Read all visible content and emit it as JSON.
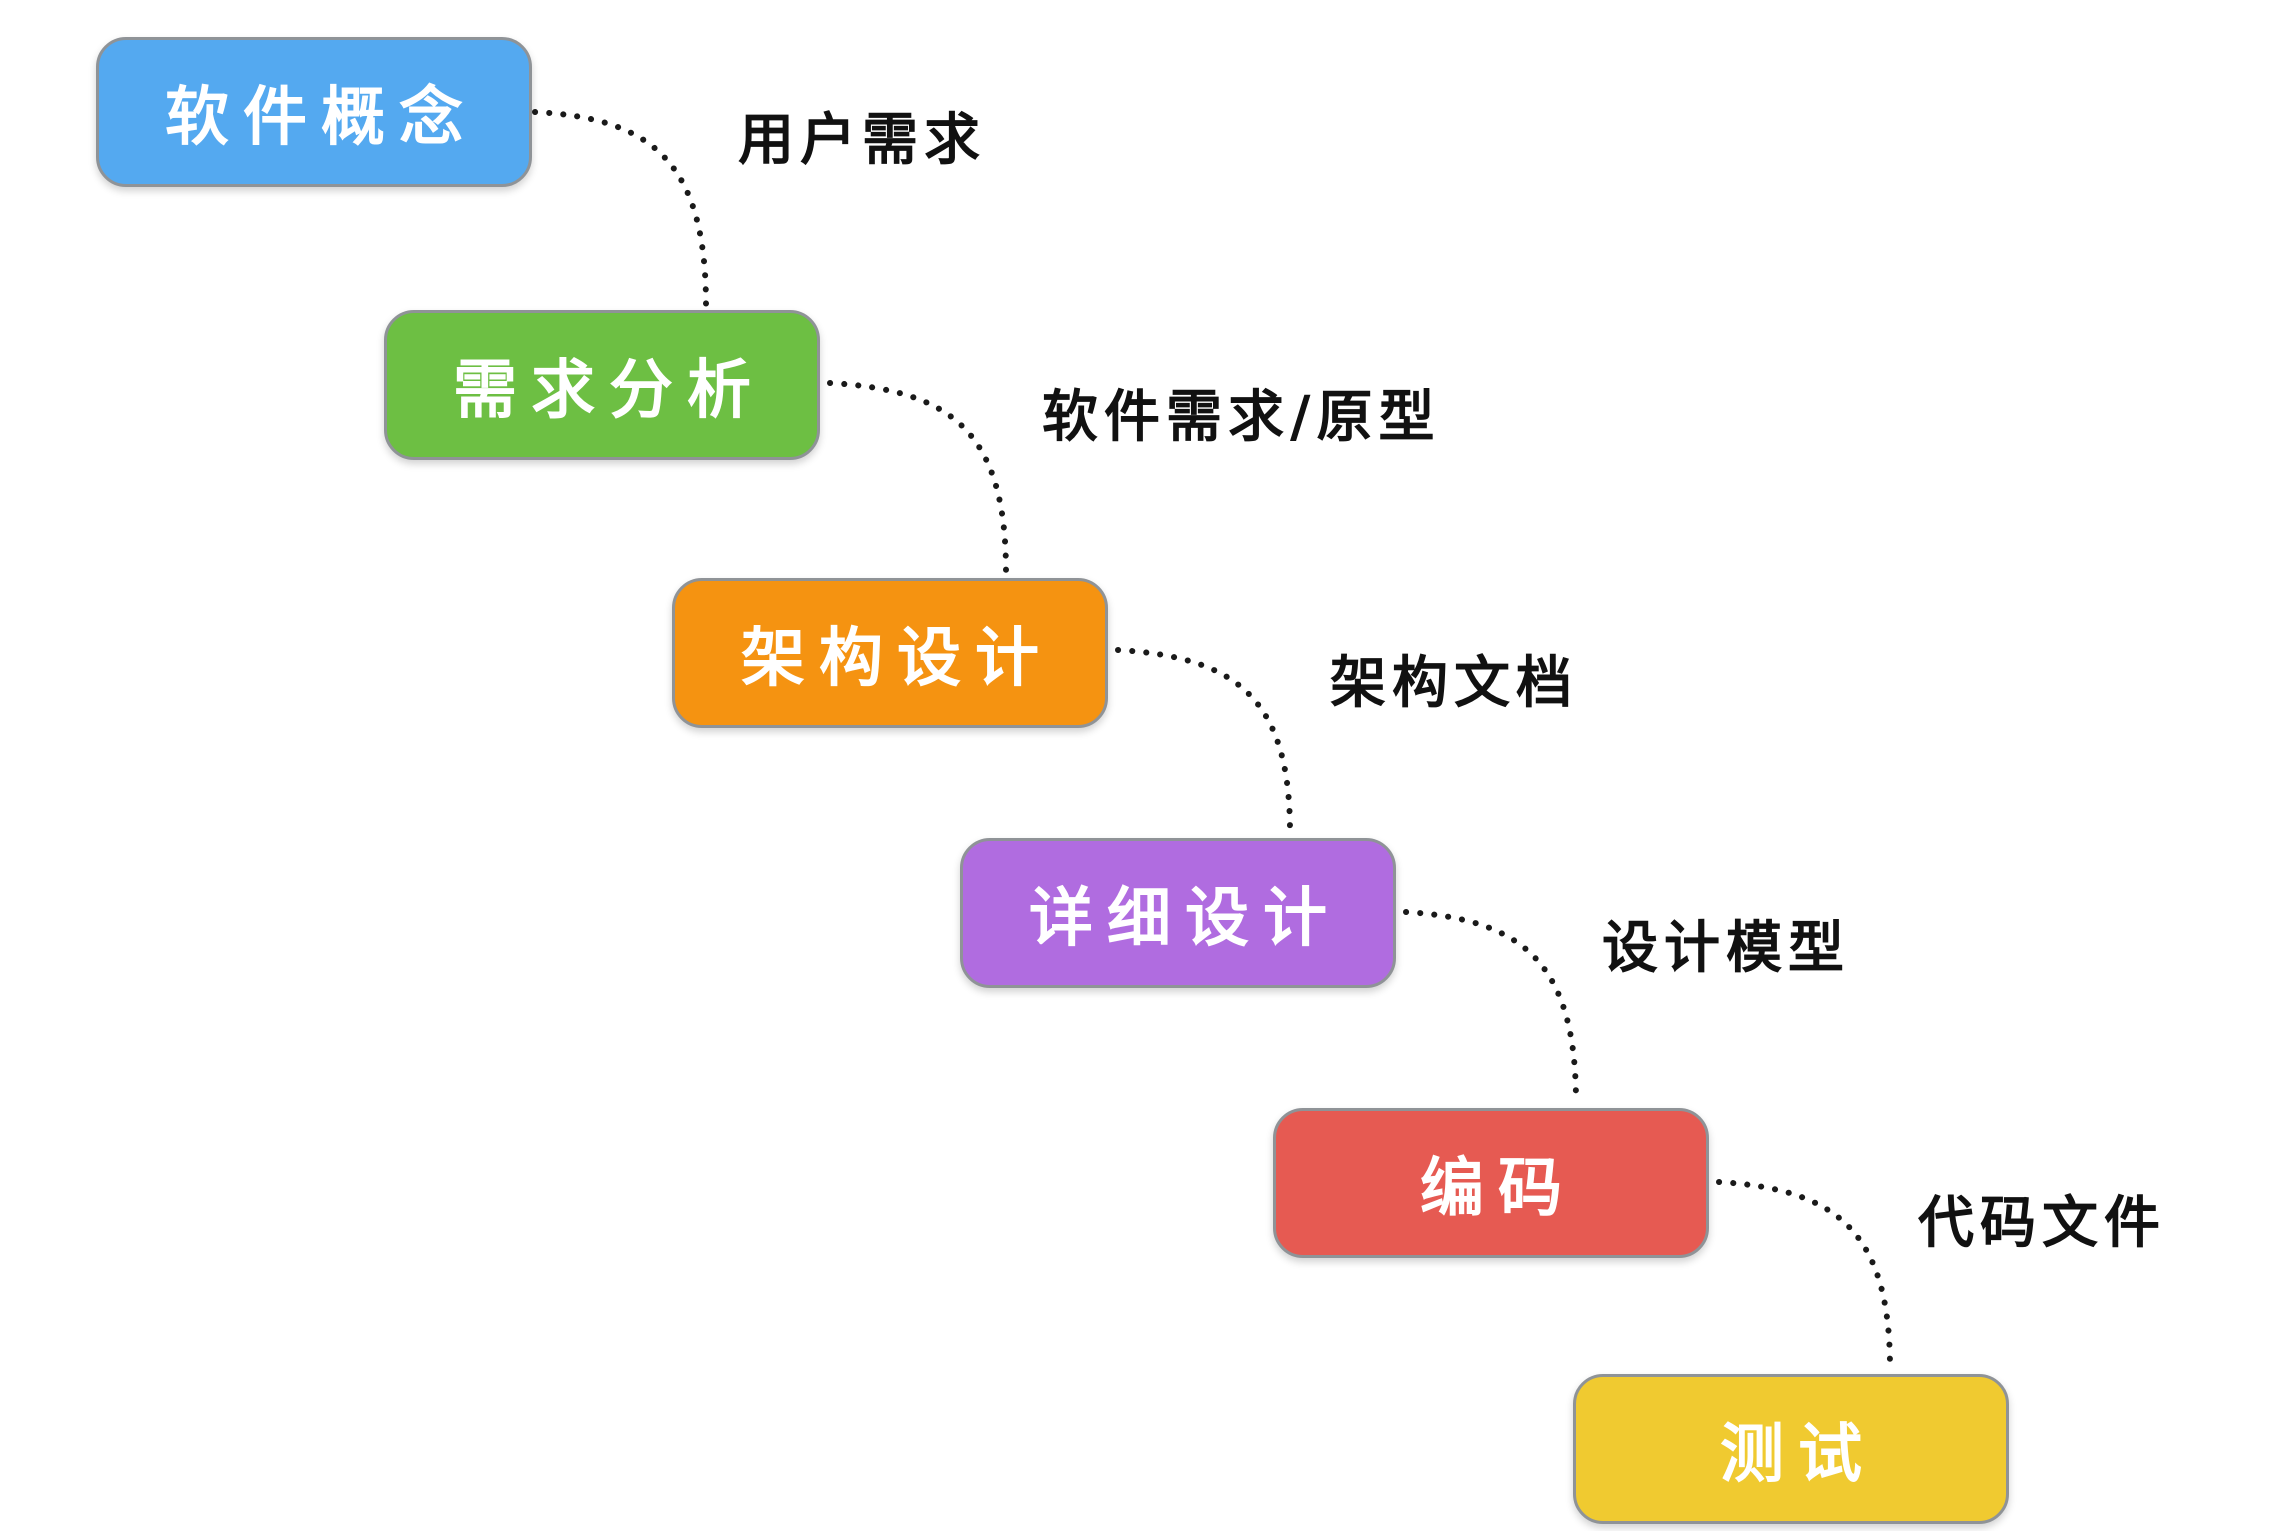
{
  "diagram": {
    "background": "#ffffff",
    "line_color": "#1a1a1a",
    "node_text_color": "#ffffff",
    "edge_text_color": "#111111",
    "nodes": [
      {
        "id": "software-concept",
        "label": "软件概念",
        "color": "#54a9f0"
      },
      {
        "id": "requirements-analysis",
        "label": "需求分析",
        "color": "#6dbf43"
      },
      {
        "id": "architecture-design",
        "label": "架构设计",
        "color": "#f59311"
      },
      {
        "id": "detailed-design",
        "label": "详细设计",
        "color": "#b06ce0"
      },
      {
        "id": "coding",
        "label": "编码",
        "color": "#e65a52"
      },
      {
        "id": "testing",
        "label": "测试",
        "color": "#f0ca30"
      }
    ],
    "edges": [
      {
        "from": "software-concept",
        "to": "requirements-analysis",
        "label": "用户需求"
      },
      {
        "from": "requirements-analysis",
        "to": "architecture-design",
        "label": "软件需求/原型"
      },
      {
        "from": "architecture-design",
        "to": "detailed-design",
        "label": "架构文档"
      },
      {
        "from": "detailed-design",
        "to": "coding",
        "label": "设计模型"
      },
      {
        "from": "coding",
        "to": "testing",
        "label": "代码文件"
      }
    ]
  }
}
